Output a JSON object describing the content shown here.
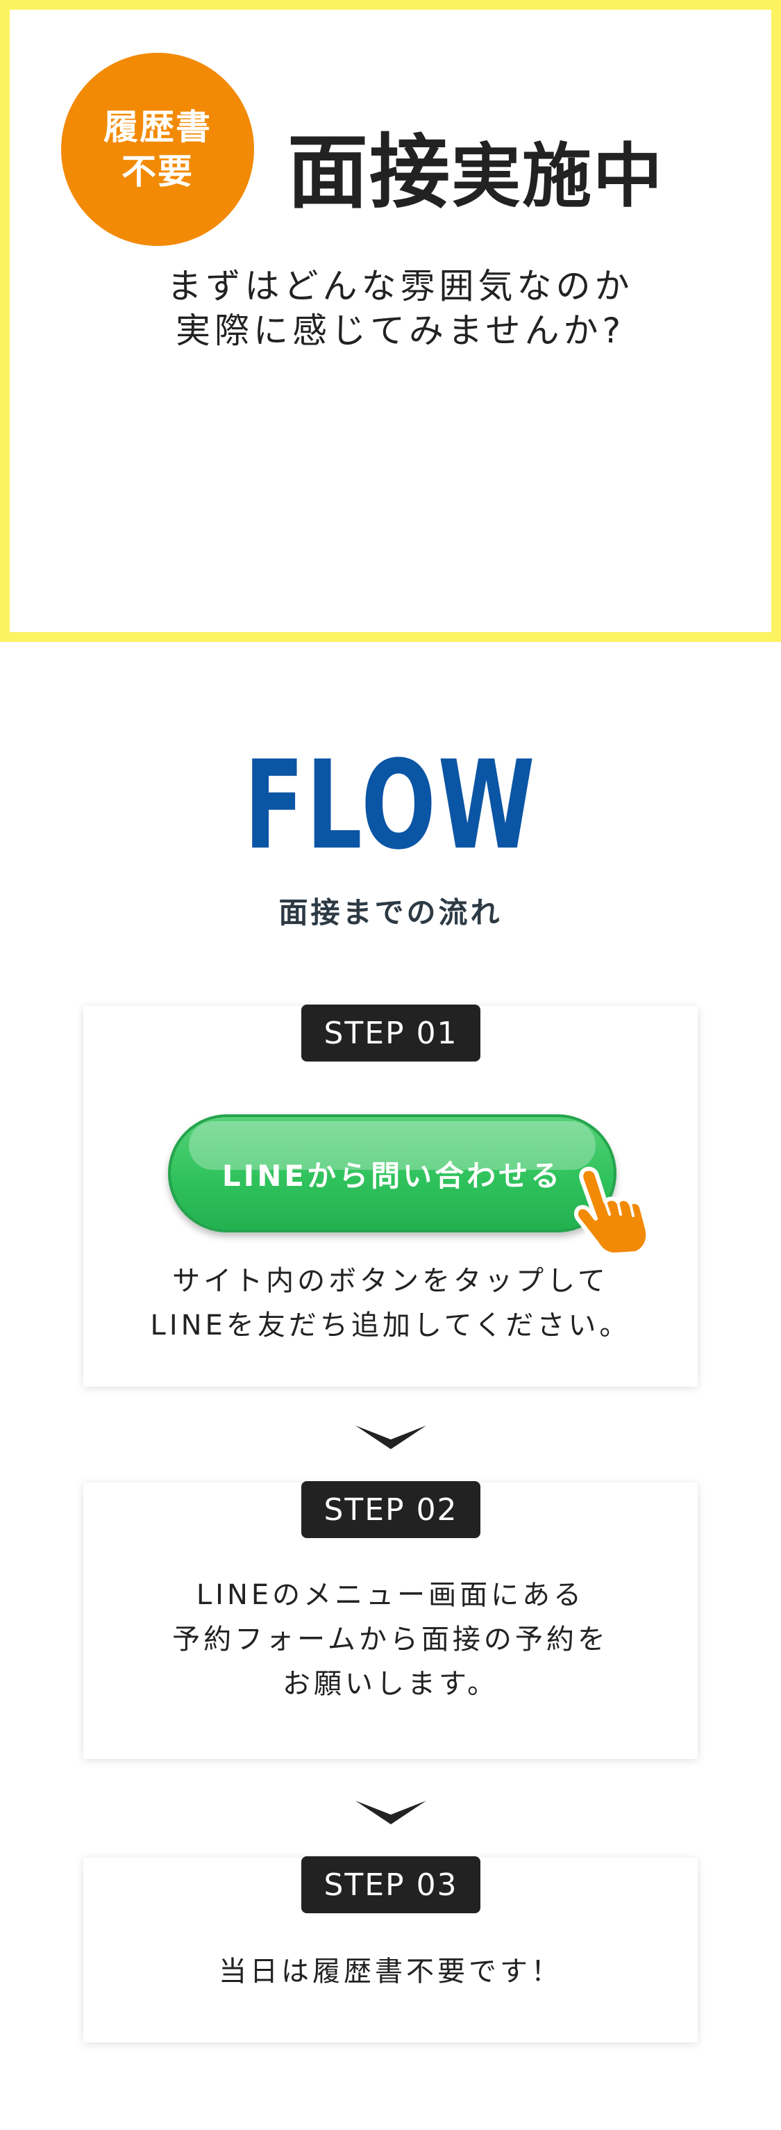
{
  "hero": {
    "badge": {
      "line1": "履歴書",
      "line2": "不要",
      "color": "#f28a05"
    },
    "title_part1": "面接",
    "title_part2": "実施中",
    "subtitle_line1": "まずはどんな雰囲気なのか",
    "subtitle_line2": "実際に感じてみませんか?",
    "border_color": "#fdf260"
  },
  "flow": {
    "heading": "FLOW",
    "subheading": "面接までの流れ",
    "heading_color": "#0b55a5"
  },
  "steps": [
    {
      "label": "STEP 01",
      "button_label": "LINEから問い合わせる",
      "text_line1": "サイト内のボタンをタップして",
      "text_line2": "LINEを友だち追加してください。"
    },
    {
      "label": "STEP 02",
      "text_line1": "LINEのメニュー画面にある",
      "text_line2": "予約フォームから面接の予約を",
      "text_line3": "お願いします。"
    },
    {
      "label": "STEP 03",
      "text_line1": "当日は履歴書不要です！"
    }
  ],
  "icons": {
    "hand": "pointing-hand-icon",
    "arrow": "chevron-down-icon"
  },
  "colors": {
    "line_green": "#2fc25c",
    "step_label_bg": "#222222"
  }
}
